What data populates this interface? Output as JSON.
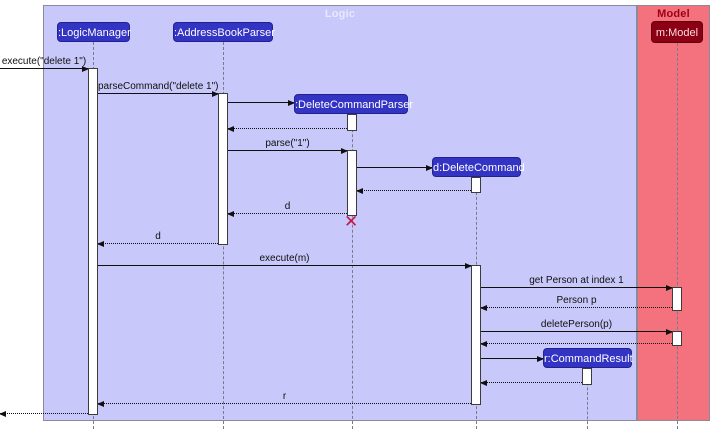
{
  "frames": [
    {
      "name": "logic",
      "title": "Logic"
    },
    {
      "name": "model",
      "title": "Model"
    }
  ],
  "actors": [
    {
      "name": "logic-manager",
      "label": ":LogicManager"
    },
    {
      "name": "address-book-parser",
      "label": ":AddressBookParser"
    },
    {
      "name": "delete-command-parser",
      "label": ":DeleteCommandParser"
    },
    {
      "name": "delete-command",
      "label": "d:DeleteCommand"
    },
    {
      "name": "command-result",
      "label": "r:CommandResult"
    },
    {
      "name": "model",
      "label": "m:Model"
    }
  ],
  "messages": [
    {
      "from": "caller",
      "to": "logic-manager",
      "label": "execute(\"delete 1\")",
      "kind": "sync"
    },
    {
      "from": "logic-manager",
      "to": "address-book-parser",
      "label": "parseCommand(\"delete 1\")",
      "kind": "sync"
    },
    {
      "from": "address-book-parser",
      "to": "delete-command-parser",
      "label": "",
      "kind": "create"
    },
    {
      "from": "delete-command-parser",
      "to": "address-book-parser",
      "label": "",
      "kind": "return"
    },
    {
      "from": "address-book-parser",
      "to": "delete-command-parser",
      "label": "parse(\"1\")",
      "kind": "sync"
    },
    {
      "from": "delete-command-parser",
      "to": "delete-command",
      "label": "",
      "kind": "create"
    },
    {
      "from": "delete-command",
      "to": "delete-command-parser",
      "label": "",
      "kind": "return"
    },
    {
      "from": "delete-command-parser",
      "to": "address-book-parser",
      "label": "d",
      "kind": "return"
    },
    {
      "from": "address-book-parser",
      "to": "logic-manager",
      "label": "d",
      "kind": "return"
    },
    {
      "from": "logic-manager",
      "to": "delete-command",
      "label": "execute(m)",
      "kind": "sync"
    },
    {
      "from": "delete-command",
      "to": "model",
      "label": "get Person at index 1",
      "kind": "sync"
    },
    {
      "from": "model",
      "to": "delete-command",
      "label": "Person p",
      "kind": "return"
    },
    {
      "from": "delete-command",
      "to": "model",
      "label": "deletePerson(p)",
      "kind": "sync"
    },
    {
      "from": "model",
      "to": "delete-command",
      "label": "",
      "kind": "return"
    },
    {
      "from": "delete-command",
      "to": "command-result",
      "label": "",
      "kind": "create"
    },
    {
      "from": "command-result",
      "to": "delete-command",
      "label": "",
      "kind": "return"
    },
    {
      "from": "delete-command",
      "to": "logic-manager",
      "label": "r",
      "kind": "return"
    },
    {
      "from": "logic-manager",
      "to": "caller",
      "label": "",
      "kind": "return"
    }
  ],
  "destroy_marker": {
    "glyph": "✕"
  },
  "colors": {
    "logic_frame_fill": "#C8C8FA",
    "logic_frame_title": "#E8E8FF",
    "model_frame_fill": "#F4727E",
    "model_frame_title": "#9D0012",
    "logic_box_fill": "#3333C4",
    "logic_box_text": "#FFFFFF",
    "model_box_fill": "#8B0015",
    "model_box_text": "#FFD9D9",
    "destroy_x": "#C21747",
    "line": "#101010"
  }
}
